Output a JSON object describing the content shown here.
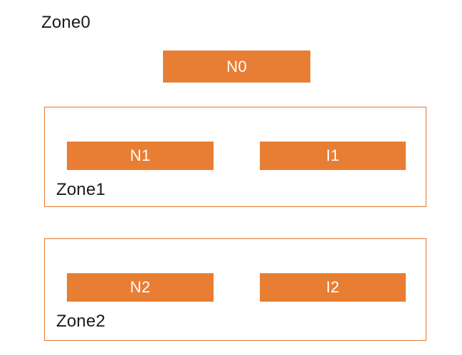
{
  "diagram": {
    "background_color": "#ffffff",
    "node_fill_color": "#e87e33",
    "node_text_color": "#ffffff",
    "zone_border_color": "#e1782d",
    "label_text_color": "#1a1a1a",
    "zones": [
      {
        "id": "zone0",
        "label": "Zone0",
        "nodes": [
          {
            "id": "n0",
            "label": "N0"
          }
        ]
      },
      {
        "id": "zone1",
        "label": "Zone1",
        "nodes": [
          {
            "id": "n1",
            "label": "N1"
          },
          {
            "id": "i1",
            "label": "I1"
          }
        ]
      },
      {
        "id": "zone2",
        "label": "Zone2",
        "nodes": [
          {
            "id": "n2",
            "label": "N2"
          },
          {
            "id": "i2",
            "label": "I2"
          }
        ]
      }
    ]
  }
}
